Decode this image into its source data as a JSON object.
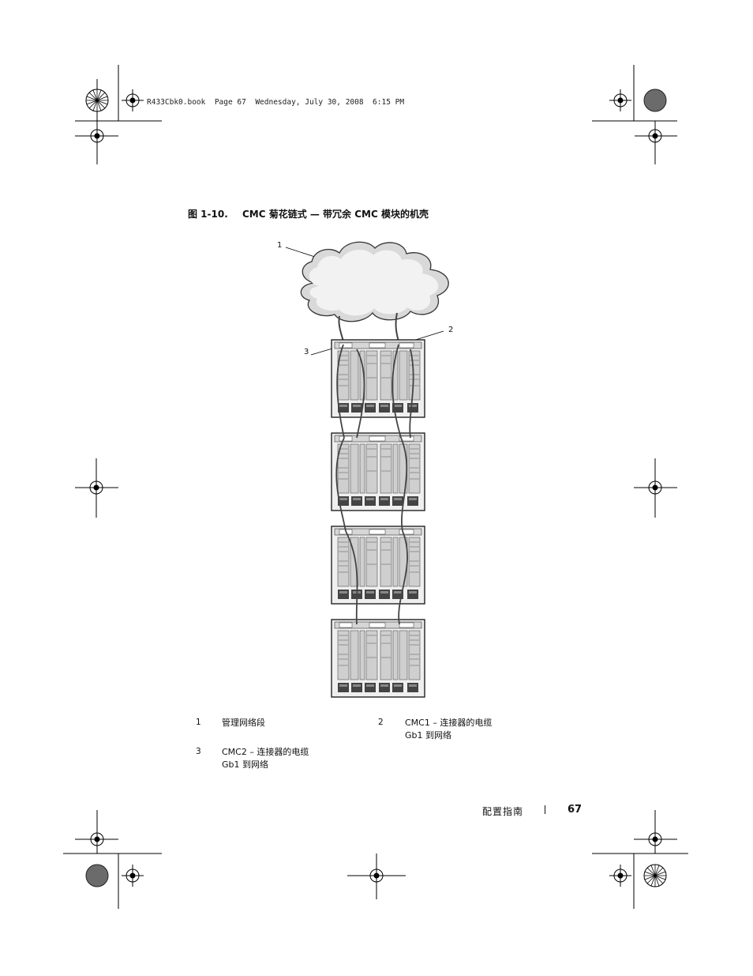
{
  "header": {
    "file": "R433Cbk0.book",
    "page_label": "Page 67",
    "date": "Wednesday, July 30, 2008",
    "time": "6:15 PM"
  },
  "figure": {
    "number": "图 1-10.",
    "title": "CMC 菊花链式 — 带冗余 CMC 模块的机壳",
    "callouts": [
      "1",
      "2",
      "3"
    ]
  },
  "legend": [
    {
      "num": "1",
      "line1": "管理网络段",
      "line2": ""
    },
    {
      "num": "2",
      "line1": "CMC1 – 连接器的电缆",
      "line2": "Gb1 到网络"
    },
    {
      "num": "3",
      "line1": "CMC2 – 连接器的电缆",
      "line2": "Gb1 到网络"
    }
  ],
  "footer": {
    "section": "配置指南",
    "page": "67"
  }
}
